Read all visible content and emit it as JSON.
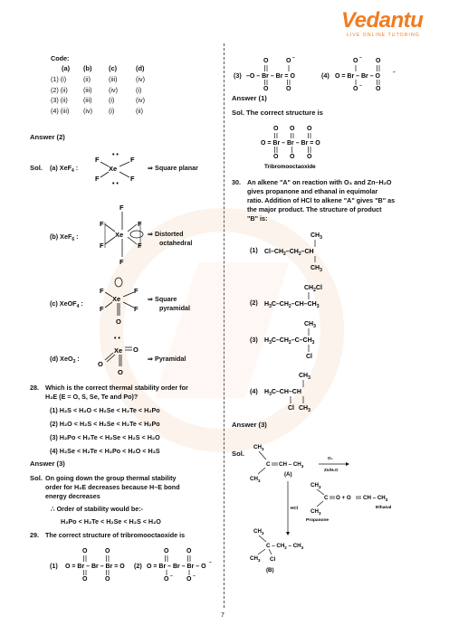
{
  "logo": {
    "name": "Vedantu",
    "tagline": "LIVE ONLINE TUTORING"
  },
  "left": {
    "code_label": "Code:",
    "table_header": [
      "(a)",
      "(b)",
      "(c)",
      "(d)"
    ],
    "table_rows": [
      [
        "(1) (i)",
        "(ii)",
        "(iii)",
        "(iv)"
      ],
      [
        "(2) (ii)",
        "(iii)",
        "(iv)",
        "(i)"
      ],
      [
        "(3) (ii)",
        "(iii)",
        "(i)",
        "(iv)"
      ],
      [
        "(4) (iii)",
        "(iv)",
        "(i)",
        "(ii)"
      ]
    ],
    "answer_2": "Answer (2)",
    "sol_label": "Sol.",
    "sol_items": [
      {
        "label": "(a) XeF",
        "sub": "4",
        "shape": "⇒ Square planar"
      },
      {
        "label": "(b) XeF",
        "sub": "6",
        "shape1": "⇒ Distorted",
        "shape2": "octahedral"
      },
      {
        "label": "(c) XeOF",
        "sub": "4",
        "shape1": "⇒ Square",
        "shape2": "pyramidal"
      },
      {
        "label": "(d) XeO",
        "sub": "3",
        "shape": "⇒ Pyramidal"
      }
    ],
    "q28": {
      "number": "28.",
      "text1": "Which is the correct thermal stability order for",
      "text2": "H₂E (E = O, S, Se, Te and Po)?",
      "options": [
        "(1) H₂S < H₂O < H₂Se < H₂Te < H₂Po",
        "(2) H₂O < H₂S < H₂Se < H₂Te < H₂Po",
        "(3) H₂Po < H₂Te < H₂Se < H₂S < H₂O",
        "(4) H₂Se < H₂Te < H₂Po < H₂O < H₂S"
      ],
      "answer": "Answer (3)",
      "sol1": "On going down the group thermal stability",
      "sol2": "order for H₂E decreases because H–E bond",
      "sol3": "energy decreases",
      "sol4": "∴  Order of stability would be:-",
      "sol5": "H₂Po < H₂Te < H₂Se < H₂S < H₂O"
    },
    "q29": {
      "number": "29.",
      "text": "The correct structure of tribromooctaoxide is",
      "opt1": "(1)",
      "opt2": "(2)"
    }
  },
  "right": {
    "opt3": "(3)",
    "opt4": "(4)",
    "answer_1": "Answer (1)",
    "sol_text": "Sol.  The correct structure is",
    "tribromo_caption": "Tribromooctaoxide",
    "q30": {
      "number": "30.",
      "lines": [
        "An alkene \"A\" on reaction with O₃ and Zn–H₂O",
        "gives propanone and ethanal in equimolar",
        "ratio. Addition of HCl to alkene \"A\" gives \"B\" as",
        "the major product. The structure of product",
        "\"B\" is:"
      ],
      "opts": [
        "(1)",
        "(2)",
        "(3)",
        "(4)"
      ]
    },
    "answer_3": "Answer (3)",
    "sol_label": "Sol.",
    "scheme": {
      "a_label": "(A)",
      "b_label": "(B)",
      "reagent_top": "O₃",
      "reagent_bottom": "Zn/H₂O",
      "hcl": "HCl",
      "propanone": "Propanone",
      "ethanal": "Ethanal"
    }
  },
  "page_number": "7"
}
